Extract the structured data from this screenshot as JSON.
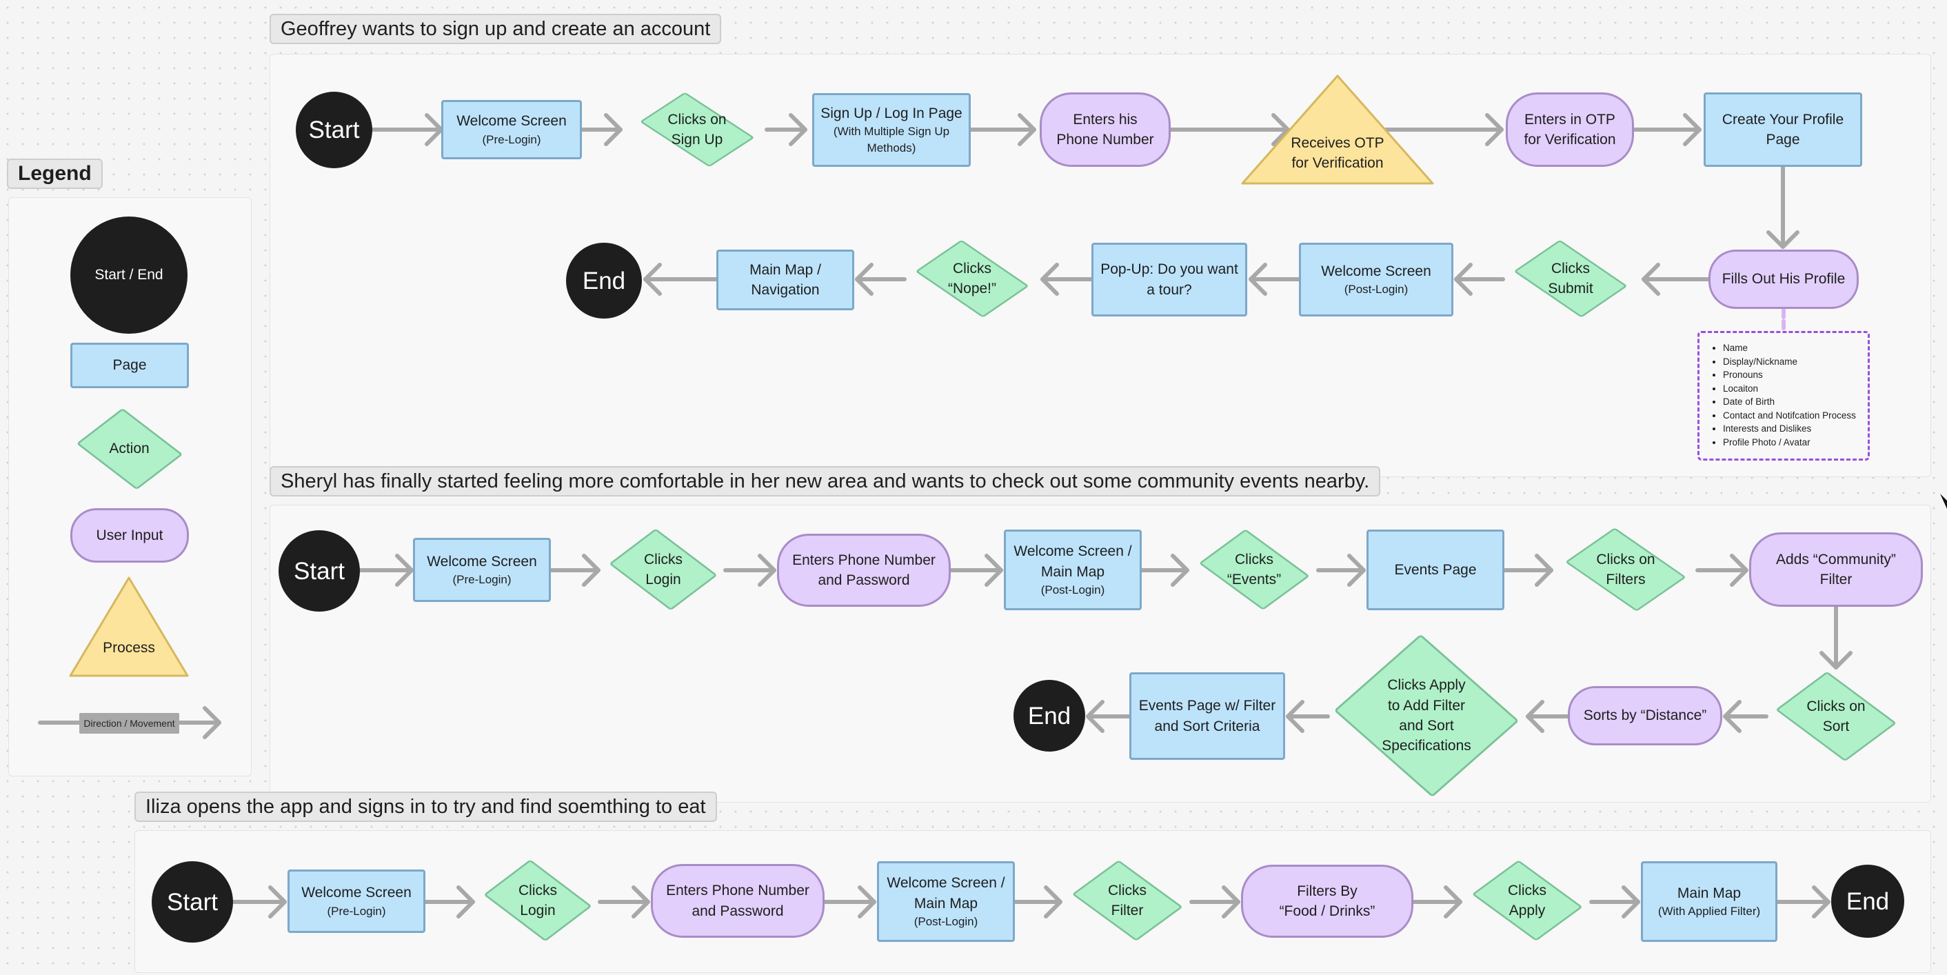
{
  "legend": {
    "title": "Legend",
    "start_end": "Start / End",
    "page": "Page",
    "action": "Action",
    "user_input": "User Input",
    "process": "Process",
    "direction": "Direction / Movement"
  },
  "flow1": {
    "title": "Geoffrey wants to sign up and create an account",
    "start": "Start",
    "welcome": "Welcome Screen",
    "welcome_sub": "(Pre-Login)",
    "clicks_signup_1": "Clicks on",
    "clicks_signup_2": "Sign Up",
    "signup_page_1": "Sign Up / Log In Page",
    "signup_page_2": "(With Multiple Sign Up",
    "signup_page_3": "Methods)",
    "phone_1": "Enters his",
    "phone_2": "Phone Number",
    "otp_1": "Receives OTP",
    "otp_2": "for Verification",
    "enter_otp_1": "Enters in OTP",
    "enter_otp_2": "for Verification",
    "create_profile_1": "Create Your Profile",
    "create_profile_2": "Page",
    "fills_profile": "Fills Out His Profile",
    "profile_fields": [
      "Name",
      "Display/Nickname",
      "Pronouns",
      "Locaiton",
      "Date of Birth",
      "Contact and Notifcation Process",
      "Interests and Dislikes",
      "Profile Photo / Avatar"
    ],
    "clicks_submit_1": "Clicks",
    "clicks_submit_2": "Submit",
    "welcome_post": "Welcome Screen",
    "welcome_post_sub": "(Post-Login)",
    "popup_1": "Pop-Up: Do you want",
    "popup_2": "a tour?",
    "nope_1": "Clicks",
    "nope_2": "“Nope!”",
    "mainmap_1": "Main Map /",
    "mainmap_2": "Navigation",
    "end": "End"
  },
  "flow2": {
    "title": "Sheryl has finally started feeling more comfortable in her new area and wants to check out some community events nearby.",
    "start": "Start",
    "welcome": "Welcome Screen",
    "welcome_sub": "(Pre-Login)",
    "login_1": "Clicks",
    "login_2": "Login",
    "phone_1": "Enters Phone Number",
    "phone_2": "and Password",
    "mainmap_1": "Welcome Screen /",
    "mainmap_2": "Main Map",
    "mainmap_3": "(Post-Login)",
    "events_1": "Clicks",
    "events_2": "“Events”",
    "events_page": "Events Page",
    "filters_1": "Clicks on",
    "filters_2": "Filters",
    "community_1": "Adds “Community”",
    "community_2": "Filter",
    "sort_1": "Clicks on",
    "sort_2": "Sort",
    "distance": "Sorts by “Distance”",
    "apply_1": "Clicks Apply",
    "apply_2": "to Add Filter",
    "apply_3": "and Sort",
    "apply_4": "Specifications",
    "events_filtered_1": "Events Page w/ Filter",
    "events_filtered_2": "and Sort Criteria",
    "end": "End"
  },
  "flow3": {
    "title": "Iliza opens the app and signs in to try and find soemthing to eat",
    "start": "Start",
    "welcome": "Welcome Screen",
    "welcome_sub": "(Pre-Login)",
    "login_1": "Clicks",
    "login_2": "Login",
    "phone_1": "Enters Phone Number",
    "phone_2": "and Password",
    "mainmap_1": "Welcome Screen /",
    "mainmap_2": "Main Map",
    "mainmap_3": "(Post-Login)",
    "filter_1": "Clicks",
    "filter_2": "Filter",
    "food_1": "Filters By",
    "food_2": "“Food / Drinks”",
    "apply_1": "Clicks",
    "apply_2": "Apply",
    "result_1": "Main Map",
    "result_2": "(With Applied Filter)",
    "end": "End"
  },
  "colors": {
    "page_fill": "#bde3fb",
    "action_fill": "#b0f1c9",
    "input_fill": "#e2cffb",
    "process_fill": "#fde49c",
    "terminal_fill": "#1e1e1e",
    "connector": "#a8a8a8",
    "notes_border": "#9a4fdc"
  }
}
